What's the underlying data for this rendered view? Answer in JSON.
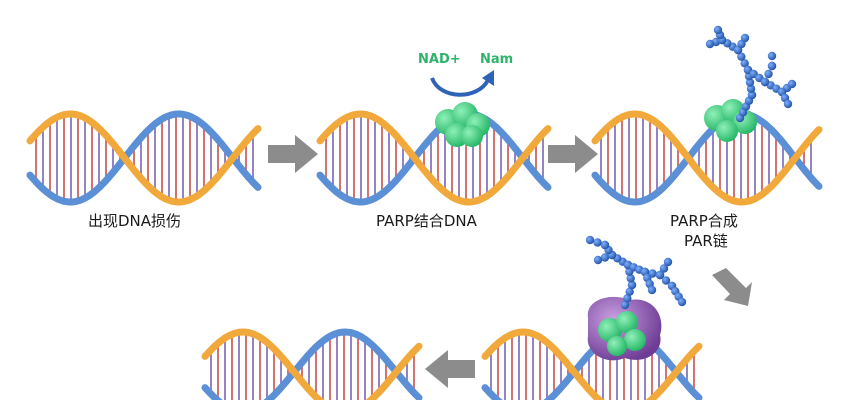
{
  "steps": [
    {
      "caption": "出现DNA损伤"
    },
    {
      "caption": "PARP结合DNA"
    },
    {
      "caption_line1": "PARP合成",
      "caption_line2": "PAR链"
    }
  ],
  "reaction": {
    "substrate": "NAD+",
    "product": "Nam"
  },
  "colors": {
    "strand_blue": "#5b8fd6",
    "strand_orange": "#f2a93b",
    "rung_red": "#c8504e",
    "rung_purple": "#7a66b8",
    "parp_green": "#3fcf80",
    "par_chain_blue": "#2f63b8",
    "repair_purple": "#8a55b0",
    "arrow_gray": "#8c8c8c",
    "label_green": "#2fb36a"
  },
  "icons": [
    "dna-helix",
    "parp-protein",
    "par-chain",
    "repair-complex",
    "process-arrow",
    "reaction-arrow"
  ]
}
